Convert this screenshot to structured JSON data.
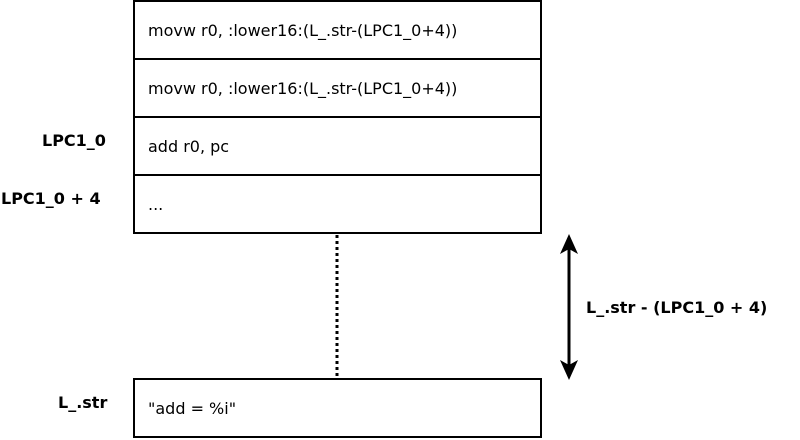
{
  "instructions": [
    {
      "text": "movw r0, :lower16:(L_.str-(LPC1_0+4))",
      "label": ""
    },
    {
      "text": "movw r0, :lower16:(L_.str-(LPC1_0+4))",
      "label": ""
    },
    {
      "text": "add r0, pc",
      "label": "LPC1_0"
    },
    {
      "text": "...",
      "label": "LPC1_0 + 4"
    }
  ],
  "string_block": {
    "text": "\"add = %i\"",
    "label": "L_.str"
  },
  "offset_label": "L_.str - (LPC1_0 + 4)",
  "colors": {
    "stroke": "#000000",
    "background": "#ffffff"
  }
}
